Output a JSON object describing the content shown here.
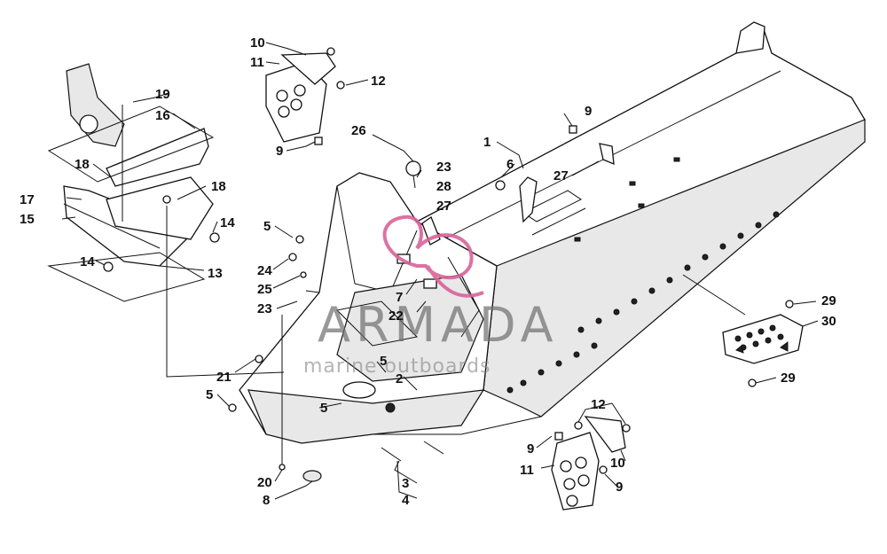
{
  "diagram": {
    "callouts": {
      "c1": "1",
      "c2": "2",
      "c3": "3",
      "c4": "4",
      "c5a": "5",
      "c5b": "5",
      "c5c": "5",
      "c5d": "5",
      "c6": "6",
      "c7": "7",
      "c8": "8",
      "c9a": "9",
      "c9b": "9",
      "c9c": "9",
      "c9d": "9",
      "c10a": "10",
      "c10b": "10",
      "c11a": "11",
      "c11b": "11",
      "c12a": "12",
      "c12b": "12",
      "c13": "13",
      "c14a": "14",
      "c14b": "14",
      "c15": "15",
      "c16": "16",
      "c17": "17",
      "c18a": "18",
      "c18b": "18",
      "c19": "19",
      "c20": "20",
      "c21": "21",
      "c22": "22",
      "c23a": "23",
      "c23b": "23",
      "c24": "24",
      "c25": "25",
      "c26": "26",
      "c27a": "27",
      "c27b": "27",
      "c28": "28",
      "c29a": "29",
      "c29b": "29",
      "c30": "30"
    },
    "watermark": {
      "title": "ARMADA",
      "subtitle": "marine outboards",
      "logo_color": "#d9639a"
    }
  }
}
